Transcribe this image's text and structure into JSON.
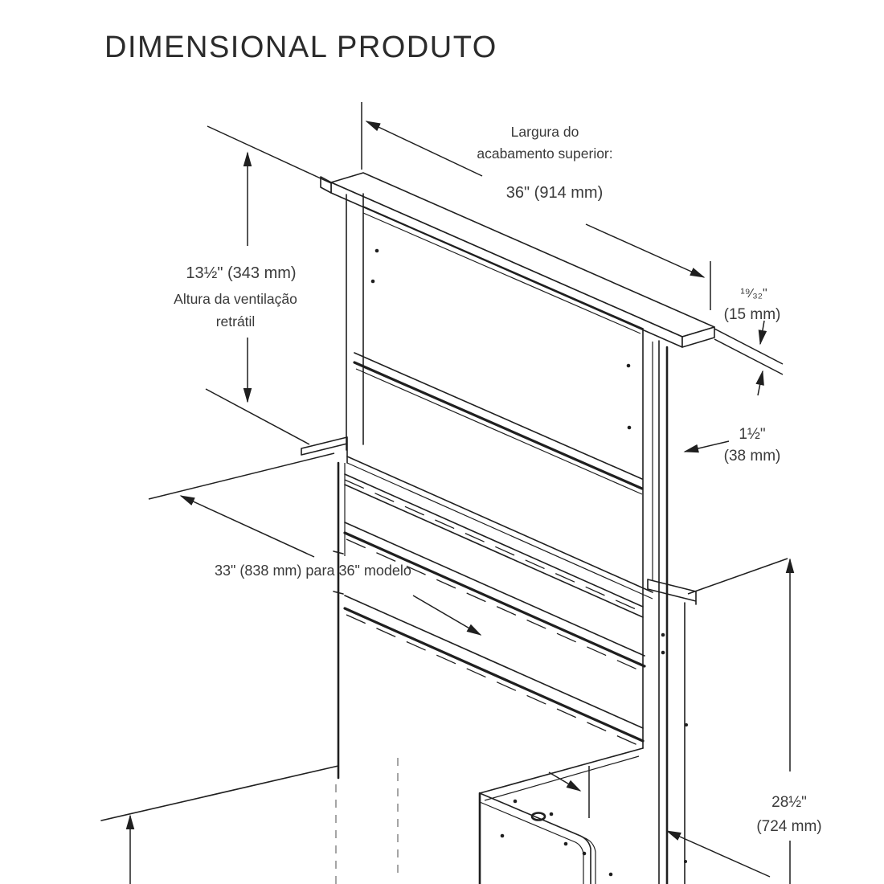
{
  "title": "DIMENSIONAL PRODUTO",
  "theme": {
    "background": "#ffffff",
    "line_color": "#1f1f1f",
    "text_color": "#3a3a3a",
    "hidden_line_color": "#8f8f8f"
  },
  "drawing": {
    "type": "isometric-technical-drawing",
    "subject": "downdraft-vent-dimensional-diagram",
    "dims": {
      "top_width": {
        "caption_line1": "Largura do",
        "caption_line2": "acabamento superior:",
        "value": "36\" (914 mm)"
      },
      "vent_height": {
        "value": "13½\" (343 mm)",
        "caption_line1": "Altura da ventilação",
        "caption_line2": "retrátil"
      },
      "cap_thickness": {
        "inches": "¹⁹⁄₃₂\"",
        "mm": "(15 mm)"
      },
      "trim_depth": {
        "inches": "1½\"",
        "mm": "(38 mm)"
      },
      "cutout_width": {
        "value": "33\" (838 mm) para 36\" modelo"
      },
      "body_height": {
        "inches": "28½\"",
        "mm": "(724 mm)"
      }
    }
  }
}
